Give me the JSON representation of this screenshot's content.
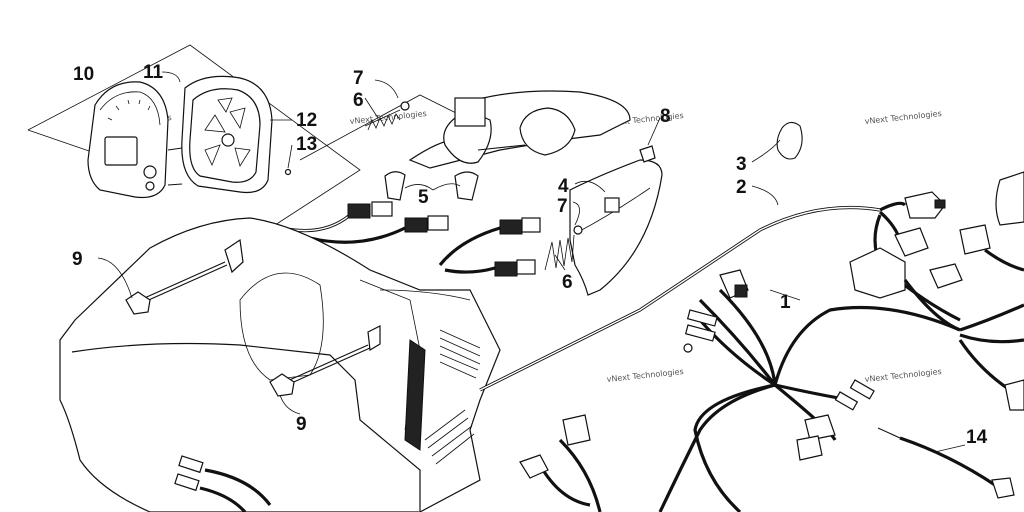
{
  "watermark": "vNext Technologies",
  "callouts": {
    "c1": "1",
    "c2": "2",
    "c3": "3",
    "c4": "4",
    "c5": "5",
    "c6a": "6",
    "c6b": "6",
    "c7a": "7",
    "c7b": "7",
    "c8": "8",
    "c9a": "9",
    "c9b": "9",
    "c10": "10",
    "c11": "11",
    "c12": "12",
    "c13": "13",
    "c14": "14"
  }
}
